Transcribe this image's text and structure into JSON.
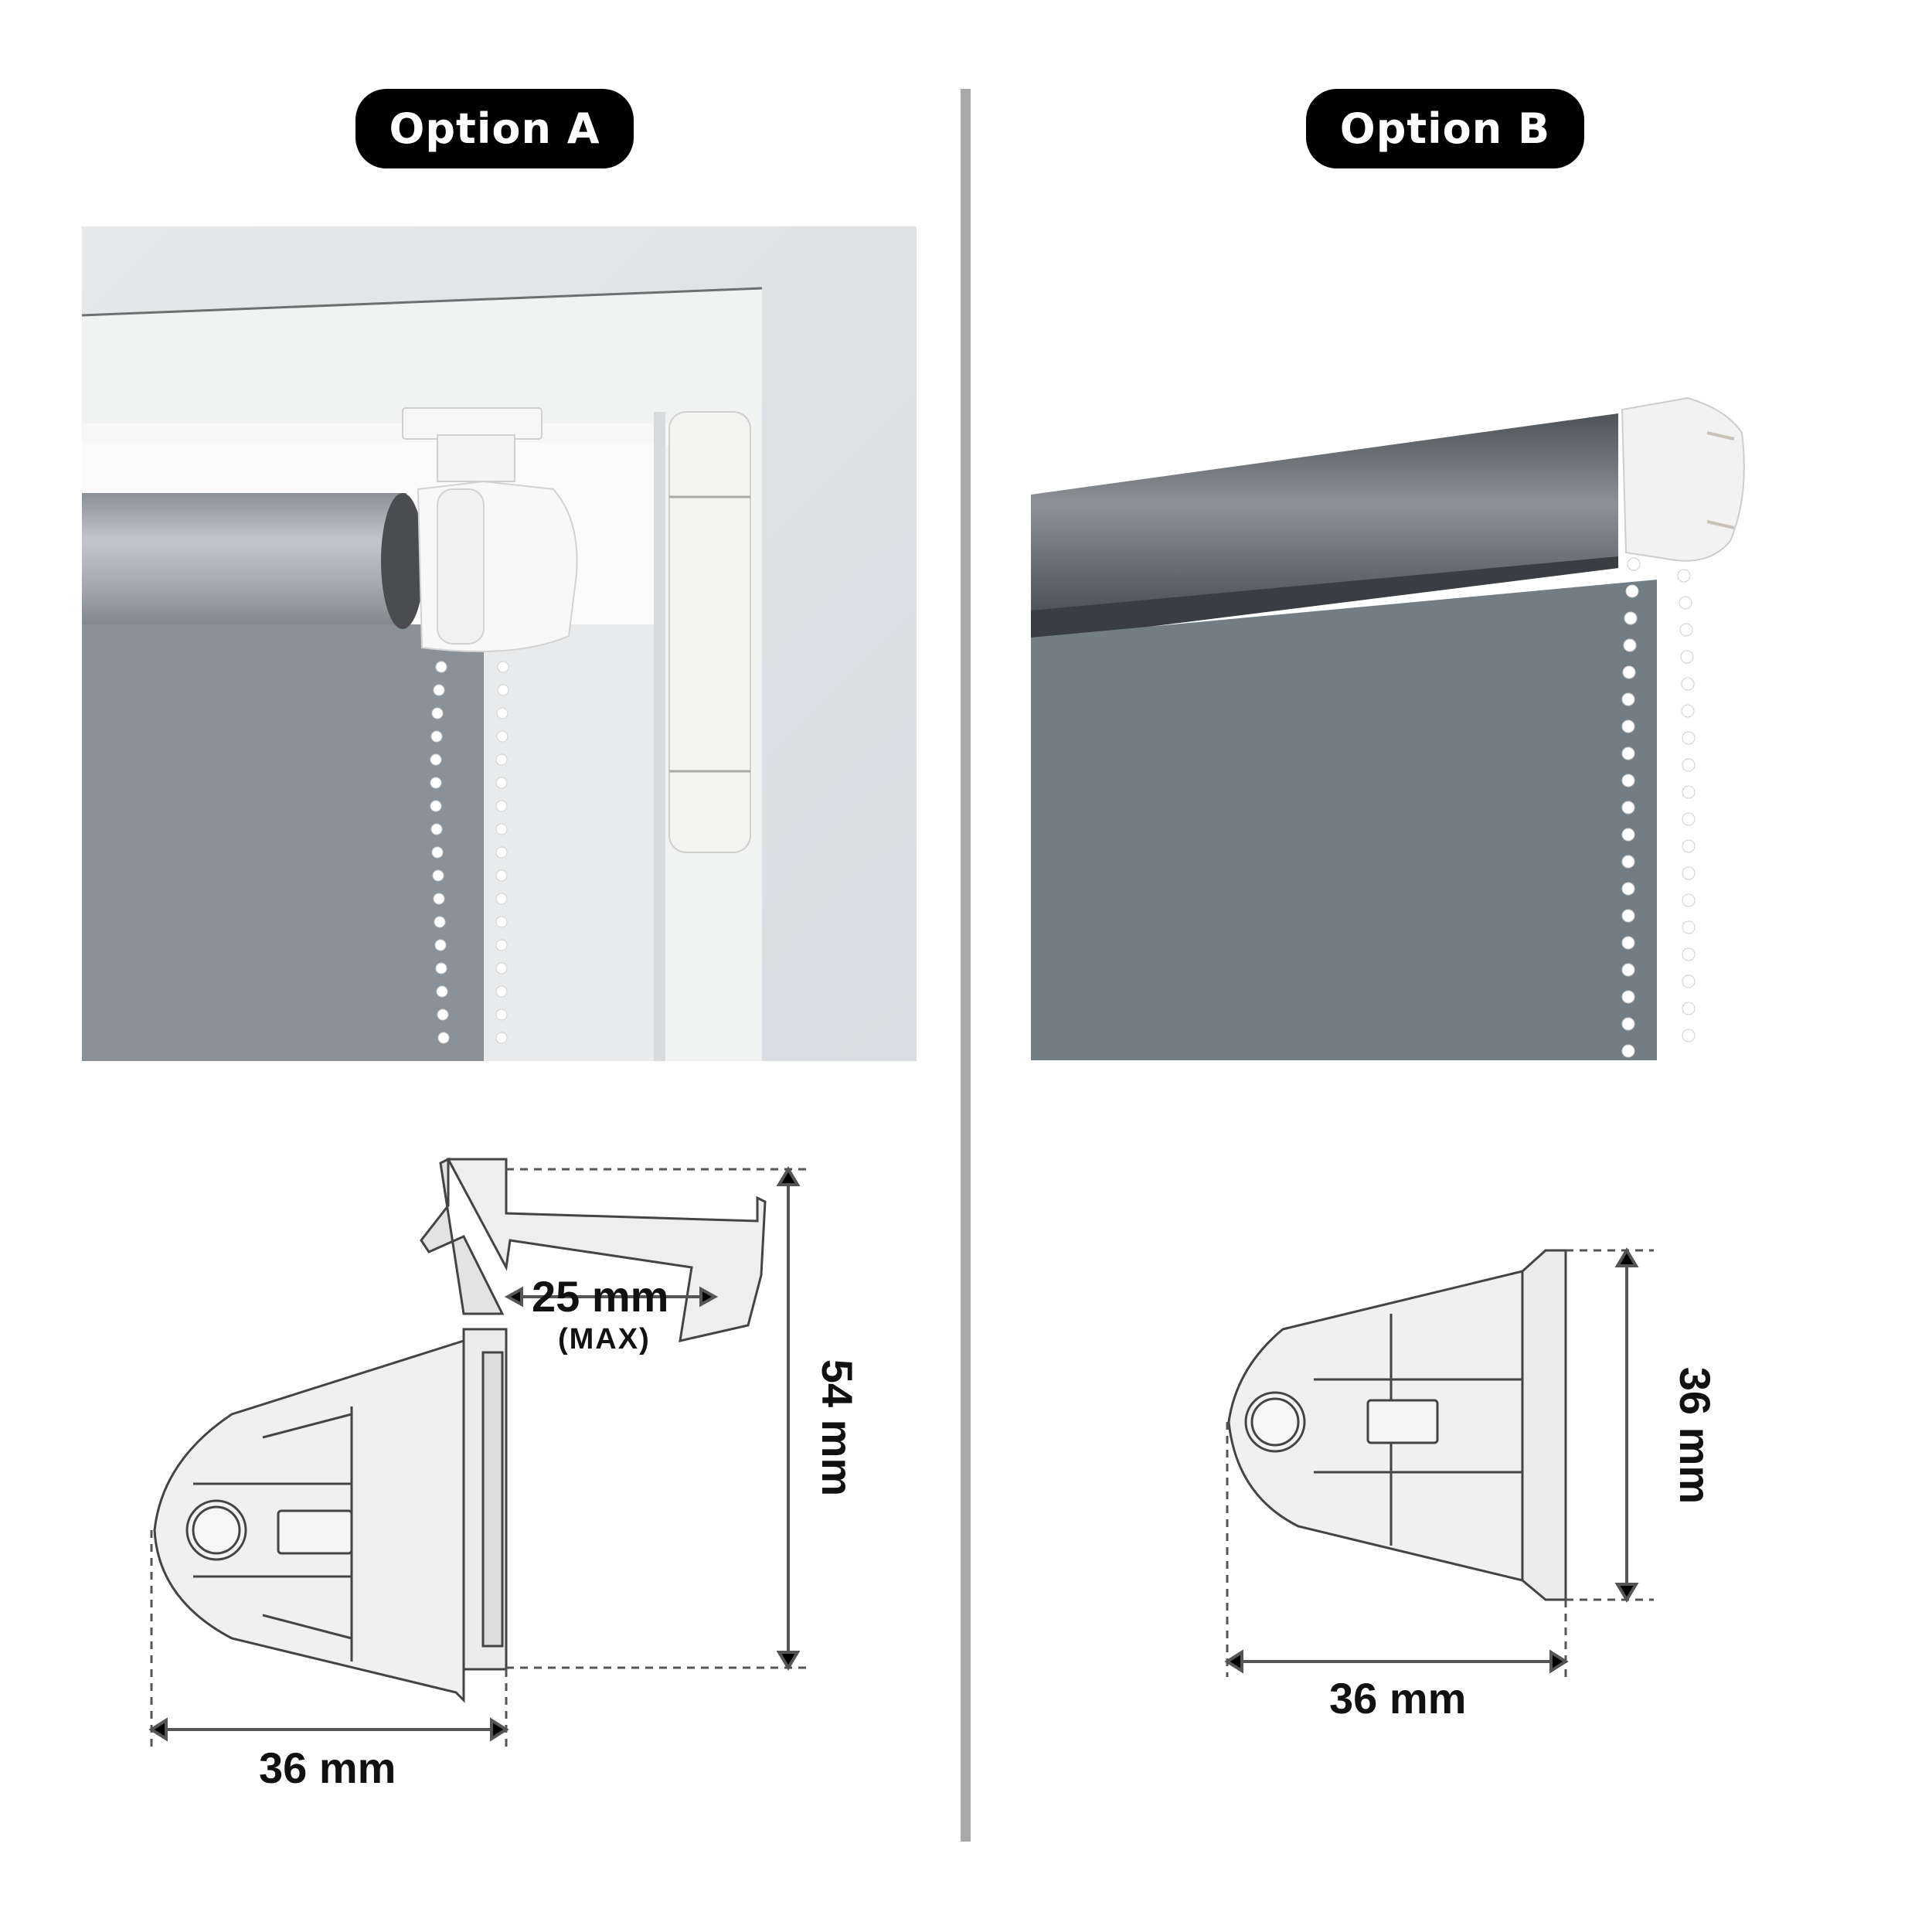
{
  "options": [
    {
      "label": "Option A",
      "photo": {
        "description": "Roller blind mounted with clip bracket on window frame, grey fabric, white ball chain"
      },
      "diagram": {
        "bracket_type": "clip-on bracket with depth hook",
        "dimensions": {
          "width": "36 mm",
          "height": "54 mm",
          "clip_depth": "25 mm",
          "clip_depth_note": "(MAX)"
        }
      }
    },
    {
      "label": "Option B",
      "photo": {
        "description": "Roller blind with standard end bracket, dark grey fabric, white ball chain"
      },
      "diagram": {
        "bracket_type": "standard end bracket",
        "dimensions": {
          "width": "36 mm",
          "height": "36 mm"
        }
      }
    }
  ],
  "colors": {
    "badge_bg": "#000000",
    "badge_text": "#ffffff",
    "divider": "#a8a8a8",
    "fabric_a": "#8a9297",
    "fabric_b": "#737d84",
    "bracket": "#ededed",
    "dimension_line": "#555555"
  }
}
